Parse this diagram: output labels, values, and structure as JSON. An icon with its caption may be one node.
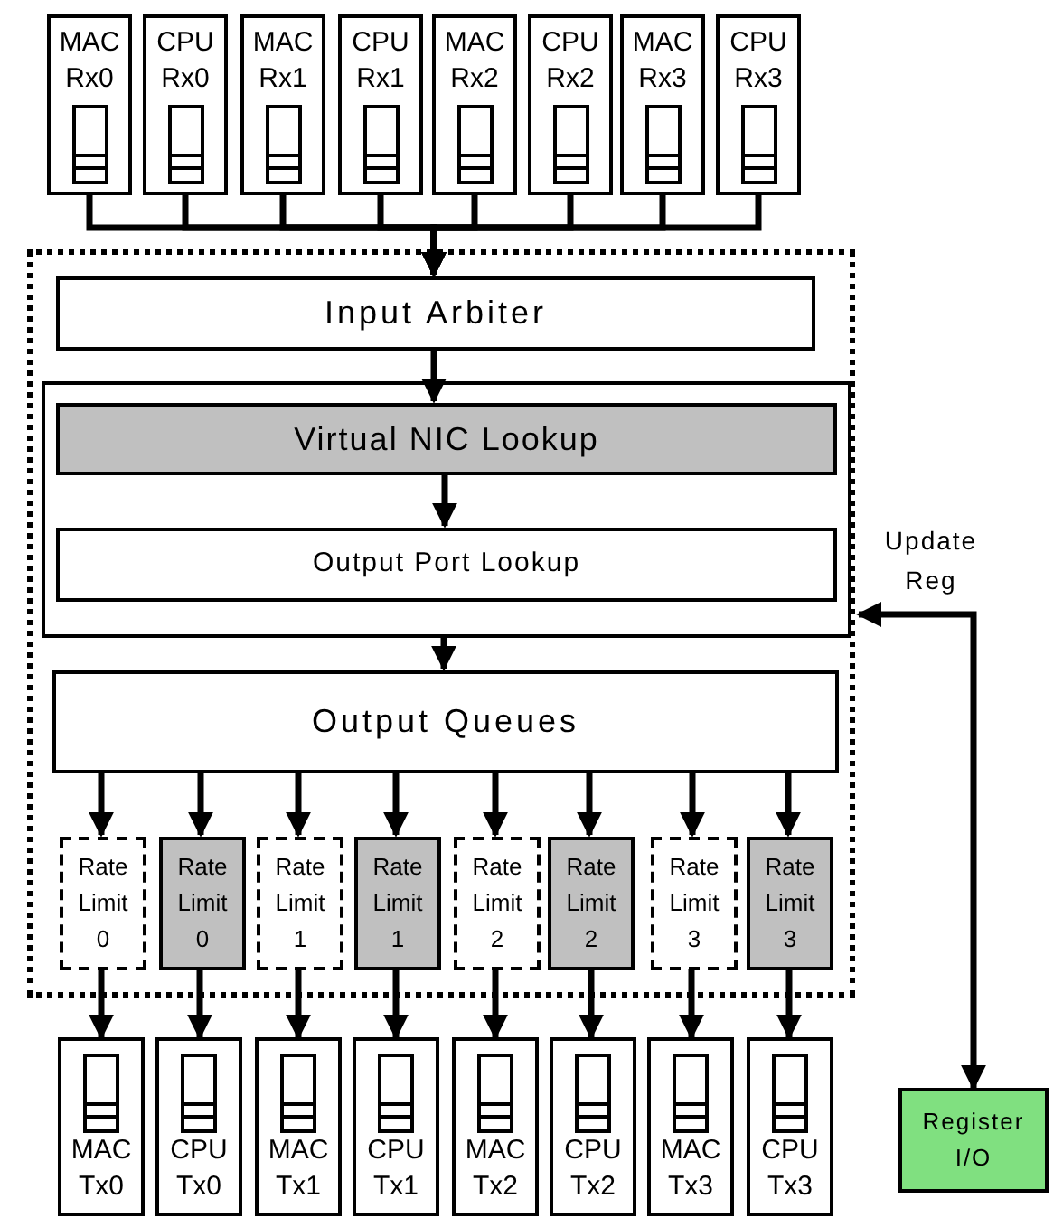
{
  "diagram": {
    "nodes": [
      {
        "text": [
          "MAC Rx0"
        ]
      },
      {
        "text": [
          "CPU Rx0"
        ]
      },
      {
        "text": [
          "MAC Rx1"
        ]
      },
      {
        "text": [
          "CPU Rx1"
        ]
      },
      {
        "text": [
          "MAC Rx2"
        ]
      },
      {
        "text": [
          "CPU Rx2"
        ]
      },
      {
        "text": [
          "MAC Rx3"
        ]
      },
      {
        "text": [
          "CPU Rx3"
        ]
      },
      {
        "text": [],
        "shape": "box"
      },
      {
        "text": [
          "Input Arbiter"
        ],
        "in": 8
      },
      {
        "text": [],
        "shape": "box",
        "in": 8
      },
      {
        "text": [
          "Virtual NIC Lookup"
        ],
        "in": 10
      },
      {
        "text": [
          "Output Port Lookup"
        ],
        "in": 10
      },
      {
        "text": [
          "Output Queues"
        ],
        "in": 8
      },
      {
        "text": [
          "Rate Limit 0"
        ],
        "in": 8
      },
      {
        "text": [
          "Rate Limit 0"
        ],
        "in": 8
      },
      {
        "text": [
          "Rate Limit 1"
        ],
        "in": 8
      },
      {
        "text": [
          "Rate Limit 1"
        ],
        "in": 8
      },
      {
        "text": [
          "Rate Limit 2"
        ],
        "in": 8
      },
      {
        "text": [
          "Rate Limit 2"
        ],
        "in": 8
      },
      {
        "text": [
          "Rate Limit 3"
        ],
        "in": 8
      },
      {
        "text": [
          "Rate Limit 3"
        ],
        "in": 8
      },
      {
        "text": [
          "MAC Tx0"
        ]
      },
      {
        "text": [
          "CPU Tx0"
        ]
      },
      {
        "text": [
          "MAC Tx1"
        ]
      },
      {
        "text": [
          "CPU Tx1"
        ]
      },
      {
        "text": [
          "MAC Tx2"
        ]
      },
      {
        "text": [
          "CPU Tx2"
        ]
      },
      {
        "text": [
          "MAC Tx3"
        ]
      },
      {
        "text": [
          "CPU Tx3"
        ]
      },
      {
        "text": [
          "Register I/O"
        ]
      }
    ],
    "edges": [
      {
        "from": 0,
        "to": 9,
        "arrow": "to"
      },
      {
        "from": 1,
        "to": 9,
        "arrow": "to"
      },
      {
        "from": 2,
        "to": 9,
        "arrow": "to"
      },
      {
        "from": 3,
        "to": 9,
        "arrow": "to"
      },
      {
        "from": 4,
        "to": 9,
        "arrow": "to"
      },
      {
        "from": 5,
        "to": 9,
        "arrow": "to"
      },
      {
        "from": 6,
        "to": 9,
        "arrow": "to"
      },
      {
        "from": 7,
        "to": 9,
        "arrow": "to"
      },
      {
        "from": 9,
        "to": 11,
        "arrow": "to"
      },
      {
        "from": 11,
        "to": 12,
        "arrow": "to"
      },
      {
        "from": 10,
        "to": 13,
        "arrow": "to"
      },
      {
        "from": 13,
        "to": 14,
        "arrow": "to"
      },
      {
        "from": 13,
        "to": 15,
        "arrow": "to"
      },
      {
        "from": 13,
        "to": 16,
        "arrow": "to"
      },
      {
        "from": 13,
        "to": 17,
        "arrow": "to"
      },
      {
        "from": 13,
        "to": 18,
        "arrow": "to"
      },
      {
        "from": 13,
        "to": 19,
        "arrow": "to"
      },
      {
        "from": 13,
        "to": 20,
        "arrow": "to"
      },
      {
        "from": 13,
        "to": 21,
        "arrow": "to"
      },
      {
        "from": 14,
        "to": 22,
        "arrow": "to"
      },
      {
        "from": 15,
        "to": 23,
        "arrow": "to"
      },
      {
        "from": 16,
        "to": 24,
        "arrow": "to"
      },
      {
        "from": 17,
        "to": 25,
        "arrow": "to"
      },
      {
        "from": 18,
        "to": 26,
        "arrow": "to"
      },
      {
        "from": 19,
        "to": 27,
        "arrow": "to"
      },
      {
        "from": 20,
        "to": 28,
        "arrow": "to"
      },
      {
        "from": 21,
        "to": 29,
        "arrow": "to"
      },
      {
        "from": 30,
        "to": 8,
        "label": "Update Reg",
        "arrow": "both"
      }
    ]
  }
}
